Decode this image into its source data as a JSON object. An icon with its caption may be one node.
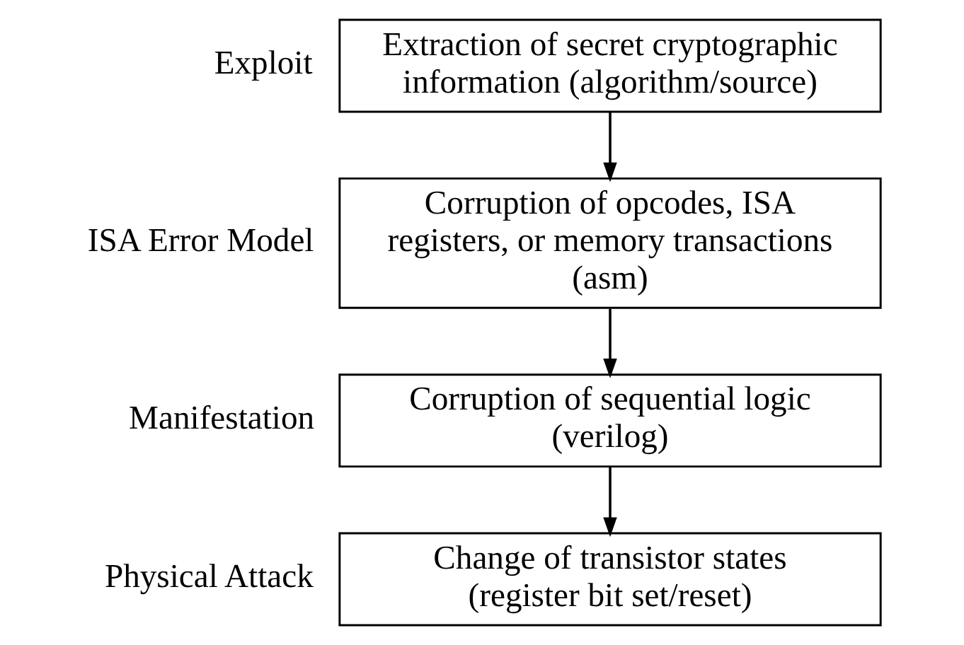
{
  "diagram": {
    "nodes": [
      {
        "text": [
          "Extraction of secret cryptographic information (algorithm/source)"
        ],
        "beside": [
          "Exploit"
        ]
      },
      {
        "text": [
          "Corruption of opcodes, ISA registers, or memory transactions (asm)"
        ],
        "beside": [
          "ISA Error Model"
        ]
      },
      {
        "text": [
          "Corruption of sequential logic (verilog)"
        ],
        "beside": [
          "Manifestation"
        ]
      },
      {
        "text": [
          "Change of transistor states (register bit set/reset)"
        ],
        "beside": [
          "Physical Attack"
        ]
      }
    ],
    "edges": [
      {
        "from": 0,
        "to": 1,
        "arrow": "to"
      },
      {
        "from": 1,
        "to": 2,
        "arrow": "to"
      },
      {
        "from": 2,
        "to": 3,
        "arrow": "to"
      }
    ]
  }
}
